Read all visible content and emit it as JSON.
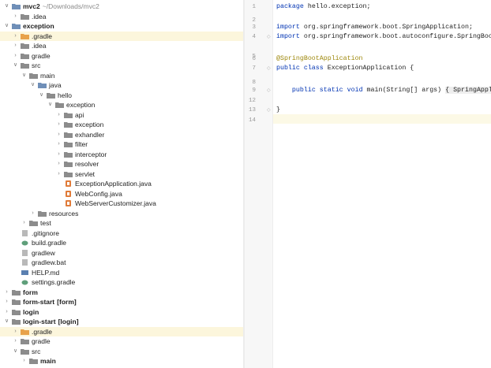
{
  "project_tree": {
    "rows": [
      {
        "label": "mvc2",
        "path": "~/Downloads/mvc2"
      },
      {
        "label": ".idea"
      },
      {
        "label": "exception"
      },
      {
        "label": ".gradle"
      },
      {
        "label": ".idea"
      },
      {
        "label": "gradle"
      },
      {
        "label": "src"
      },
      {
        "label": "main"
      },
      {
        "label": "java"
      },
      {
        "label": "hello"
      },
      {
        "label": "exception"
      },
      {
        "label": "api"
      },
      {
        "label": "exception"
      },
      {
        "label": "exhandler"
      },
      {
        "label": "filter"
      },
      {
        "label": "interceptor"
      },
      {
        "label": "resolver"
      },
      {
        "label": "servlet"
      },
      {
        "label": "ExceptionApplication.java"
      },
      {
        "label": "WebConfig.java"
      },
      {
        "label": "WebServerCustomizer.java"
      },
      {
        "label": "resources"
      },
      {
        "label": "test"
      },
      {
        "label": ".gitignore"
      },
      {
        "label": "build.gradle"
      },
      {
        "label": "gradlew"
      },
      {
        "label": "gradlew.bat"
      },
      {
        "label": "HELP.md"
      },
      {
        "label": "settings.gradle"
      },
      {
        "label": "form"
      },
      {
        "label": "form-start",
        "module": "[form]"
      },
      {
        "label": "login"
      },
      {
        "label": "login-start",
        "module": "[login]"
      },
      {
        "label": ".gradle"
      },
      {
        "label": "gradle"
      },
      {
        "label": "src"
      },
      {
        "label": "main"
      }
    ]
  },
  "editor": {
    "line_numbers": [
      "1",
      "2",
      "3",
      "4",
      "5",
      "6",
      "7",
      "8",
      "9",
      "12",
      "13",
      "14"
    ],
    "lines": [
      {
        "segments": [
          {
            "k": "kw",
            "t": "package"
          },
          {
            "t": " hello.exception;"
          }
        ]
      },
      {
        "segments": []
      },
      {
        "segments": [
          {
            "k": "kw",
            "t": "import"
          },
          {
            "t": " org.springframework.boot.SpringApplication;"
          }
        ]
      },
      {
        "segments": [
          {
            "k": "kw",
            "t": "import"
          },
          {
            "t": " org.springframework.boot.autoconfigure.SpringBoo"
          }
        ]
      },
      {
        "segments": []
      },
      {
        "segments": [
          {
            "k": "ann",
            "t": "@SpringBootApplication"
          }
        ]
      },
      {
        "segments": [
          {
            "k": "kw",
            "t": "public class"
          },
          {
            "t": " ExceptionApplication {"
          }
        ]
      },
      {
        "segments": []
      },
      {
        "segments": [
          {
            "t": "    "
          },
          {
            "k": "kw",
            "t": "public static void"
          },
          {
            "t": " main(String[] args) "
          },
          {
            "k": "hlbrace",
            "t": "{ SpringAppl"
          }
        ]
      },
      {
        "segments": []
      },
      {
        "segments": [
          {
            "t": "}"
          }
        ]
      },
      {
        "segments": []
      }
    ]
  }
}
